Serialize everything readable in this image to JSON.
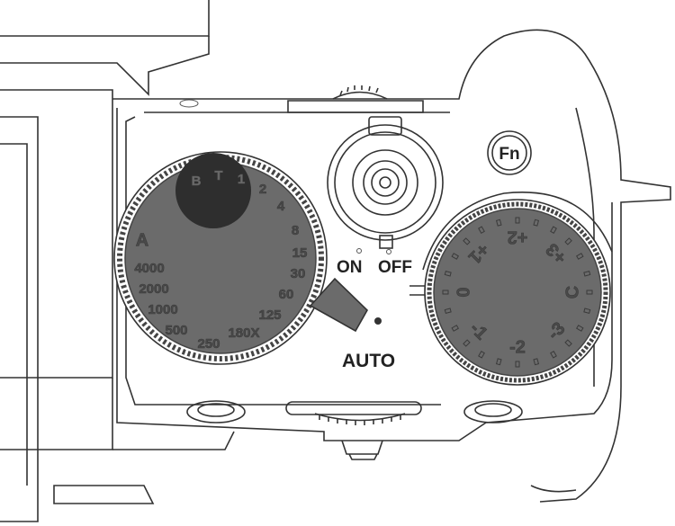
{
  "colors": {
    "dial_fill": "#6b6b6b",
    "dial_spot": "#2e2e2e",
    "line": "#333333",
    "background": "#ffffff"
  },
  "labels": {
    "fn": "Fn",
    "on": "ON",
    "off": "OFF",
    "auto": "AUTO"
  },
  "shutter_dial": {
    "auto_mark": "A",
    "speeds_fast": [
      "4000",
      "2000",
      "1000",
      "500",
      "250",
      "180X",
      "125",
      "60"
    ],
    "speeds_slow": [
      "30",
      "15",
      "8",
      "4",
      "2",
      "1",
      "T",
      "B"
    ]
  },
  "exposure_dial": {
    "marks": [
      "0",
      "+1",
      "+2",
      "+3",
      "C",
      "-3",
      "-2",
      "-1"
    ]
  }
}
